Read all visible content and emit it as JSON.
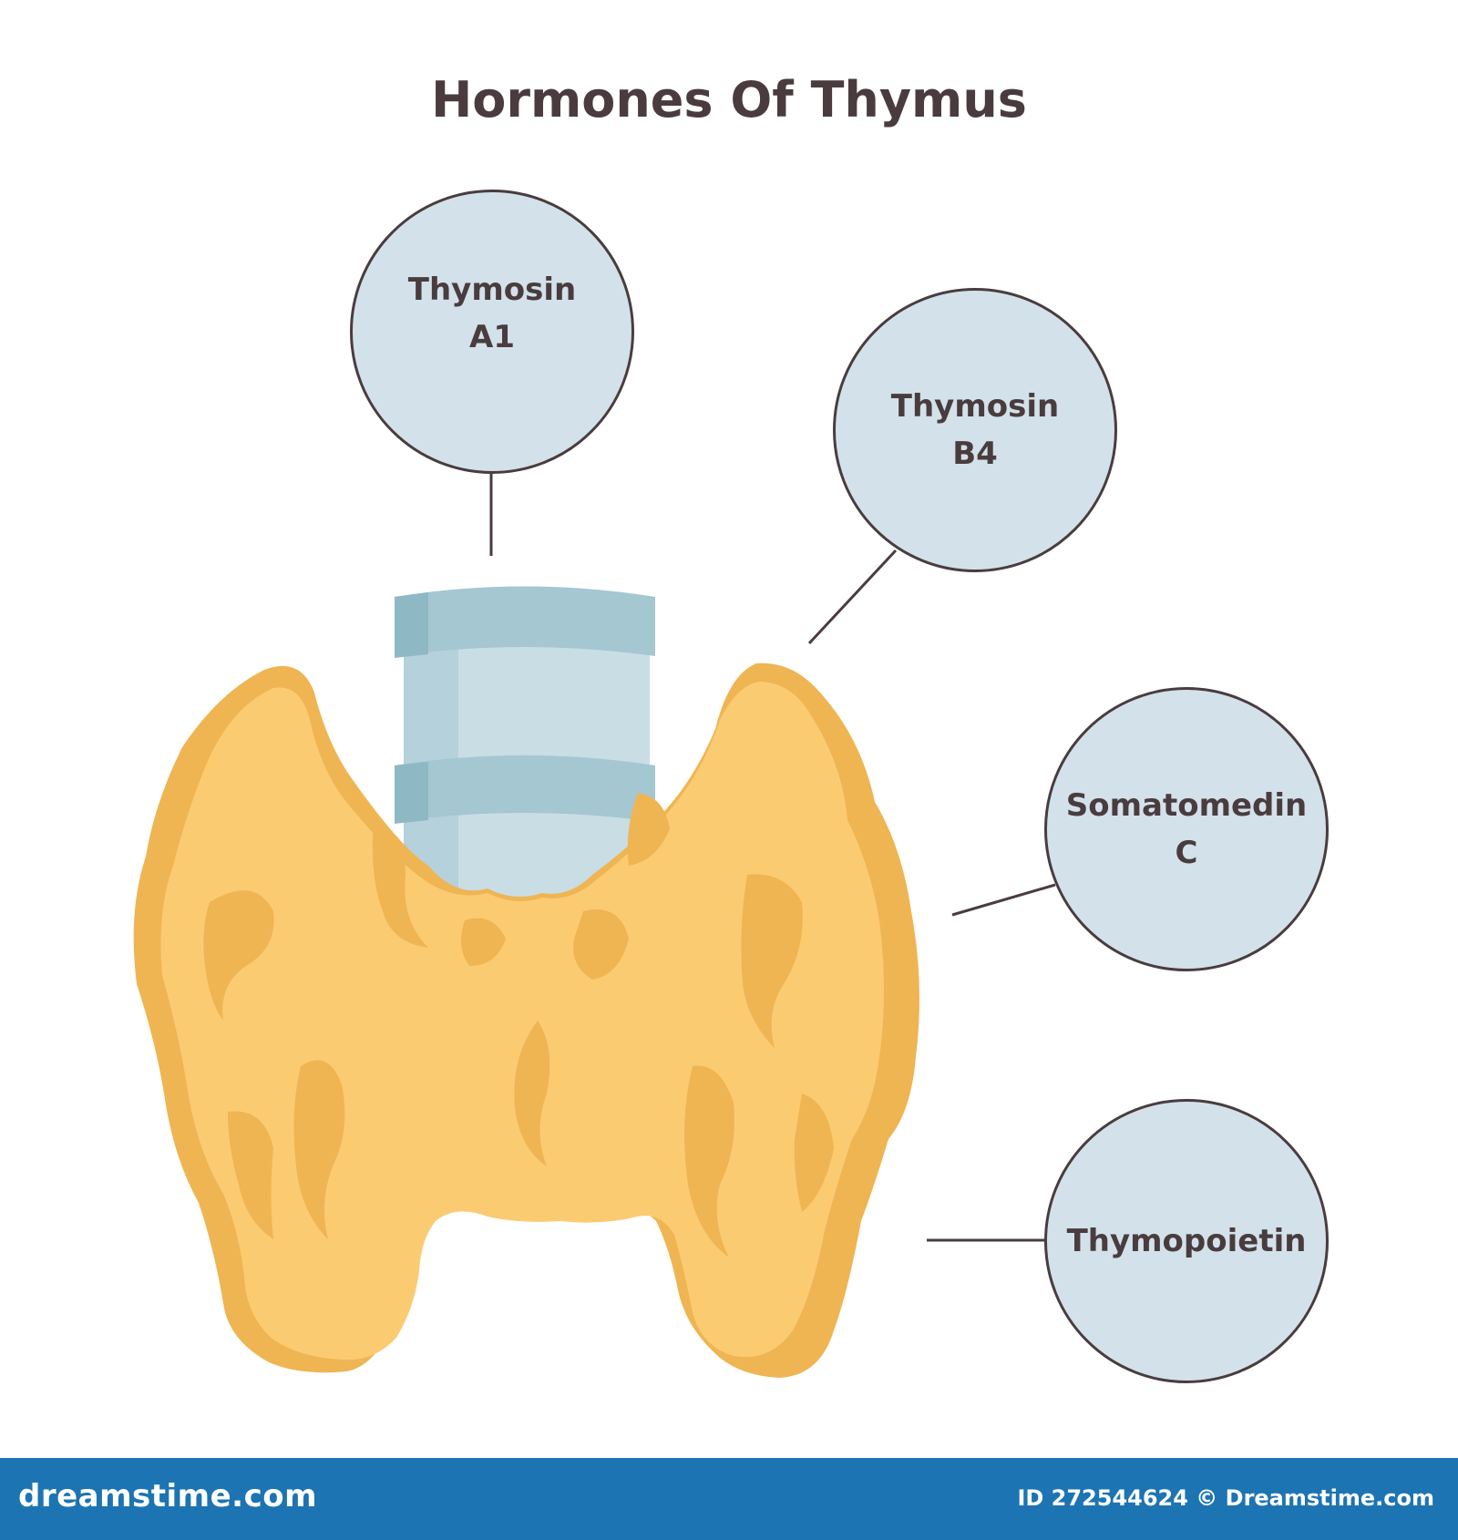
{
  "title": "Hormones Of Thymus",
  "hormones": [
    {
      "line1": "Thymosin",
      "line2": "A1"
    },
    {
      "line1": "Thymosin",
      "line2": "B4"
    },
    {
      "line1": "Somatomedin",
      "line2": "C"
    },
    {
      "line1": "Thymopoietin",
      "line2": ""
    }
  ],
  "footer": {
    "site": "dreamstime.com",
    "id_text": "ID 272544624 © Dreamstime.com"
  },
  "colors": {
    "gland_light": "#fbcb72",
    "gland_dark": "#efb552",
    "trachea_light": "#c9dde5",
    "trachea_dark": "#a4c7d2",
    "bubble_fill": "#d3e2ea",
    "outline": "#4a3c3e",
    "footer_bg": "#1c74b3"
  }
}
